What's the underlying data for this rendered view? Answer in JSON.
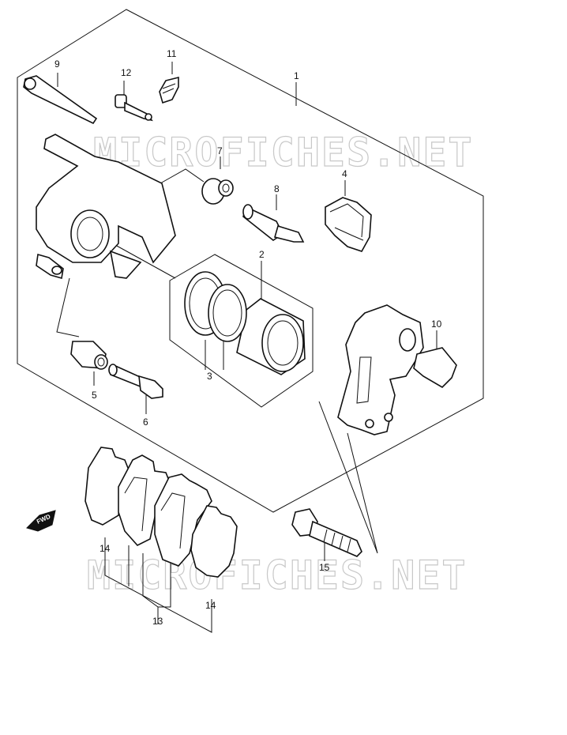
{
  "watermark": "MICROFICHES.NET",
  "direction_label": "FWD",
  "callouts": {
    "c1": "1",
    "c2": "2",
    "c3": "3",
    "c4": "4",
    "c5": "5",
    "c6": "6",
    "c7": "7",
    "c8": "8",
    "c9": "9",
    "c10": "10",
    "c11": "11",
    "c12": "12",
    "c13": "13",
    "c14a": "14",
    "c14b": "14",
    "c15": "15"
  }
}
